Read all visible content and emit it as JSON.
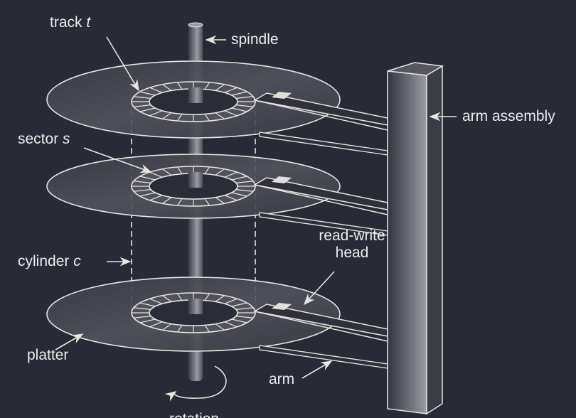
{
  "labels": {
    "track": "track",
    "track_var": "t",
    "spindle": "spindle",
    "arm_assembly": "arm assembly",
    "sector": "sector",
    "sector_var": "s",
    "cylinder": "cylinder",
    "cylinder_var": "c",
    "read_write_head_1": "read-write",
    "read_write_head_2": "head",
    "platter": "platter",
    "arm": "arm",
    "rotation": "rotation"
  },
  "colors": {
    "background": "#282a36",
    "line": "#e6e6e0",
    "platter": "#4a4b55"
  }
}
